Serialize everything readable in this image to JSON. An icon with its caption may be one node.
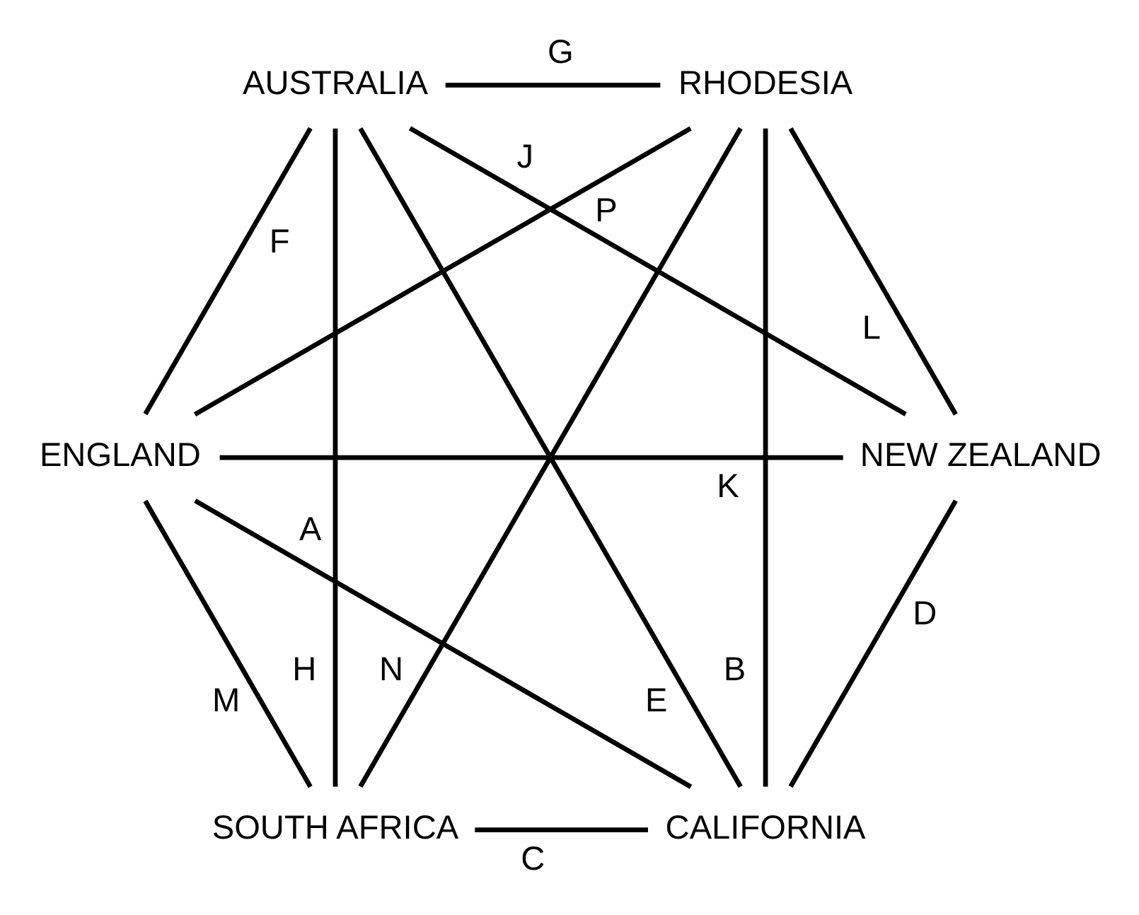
{
  "diagram": {
    "nodes": [
      {
        "text": [
          "CALIFORNIA"
        ]
      },
      {
        "text": [
          "ENGLAND"
        ]
      },
      {
        "text": [
          "AUSTRALIA"
        ]
      },
      {
        "text": [
          "RHODESIA"
        ]
      },
      {
        "text": [
          "NEW ZEALAND"
        ]
      },
      {
        "text": [
          "SOUTH AFRICA"
        ]
      }
    ],
    "edges": [
      {
        "from": 0,
        "to": 1,
        "arrow": "none",
        "label": "A"
      },
      {
        "from": 0,
        "to": 3,
        "arrow": "none",
        "label": "B"
      },
      {
        "from": 0,
        "to": 5,
        "arrow": "none",
        "label": "C"
      },
      {
        "from": 0,
        "to": 4,
        "arrow": "none",
        "label": "D"
      },
      {
        "from": 0,
        "to": 2,
        "arrow": "none",
        "label": "E"
      },
      {
        "from": 1,
        "to": 2,
        "arrow": "none",
        "label": "F"
      },
      {
        "from": 3,
        "to": 2,
        "arrow": "none",
        "label": "G"
      },
      {
        "from": 5,
        "to": 2,
        "arrow": "none",
        "label": "H"
      },
      {
        "from": 2,
        "to": 4,
        "arrow": "none",
        "label": "J"
      },
      {
        "from": 1,
        "to": 4,
        "arrow": "none",
        "label": "K"
      },
      {
        "from": 3,
        "to": 4,
        "arrow": "none",
        "label": "L"
      },
      {
        "from": 1,
        "to": 5,
        "arrow": "none",
        "label": "M"
      },
      {
        "from": 3,
        "to": 5,
        "arrow": "none",
        "label": "N"
      },
      {
        "from": 1,
        "to": 3,
        "arrow": "none",
        "label": "P"
      }
    ]
  }
}
